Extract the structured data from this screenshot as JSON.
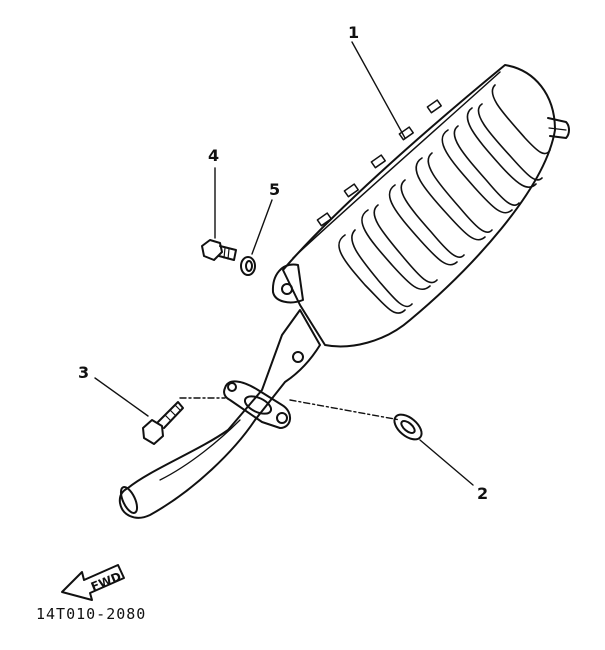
{
  "diagram": {
    "callouts": {
      "c1": "1",
      "c2": "2",
      "c3": "3",
      "c4": "4",
      "c5": "5"
    },
    "fwd_label": "FWD",
    "figure_code": "14T010-2080"
  }
}
